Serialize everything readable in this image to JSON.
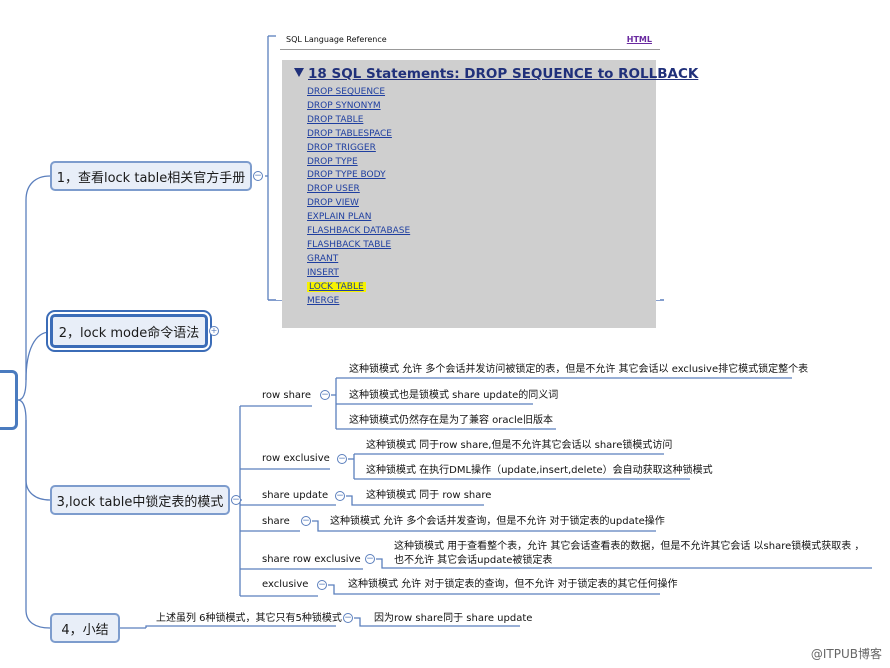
{
  "doc_image": {
    "header_left": "SQL Language Reference",
    "header_link": "HTML",
    "title": "18 SQL Statements: DROP SEQUENCE to ROLLBACK",
    "items": [
      "DROP SEQUENCE",
      "DROP SYNONYM",
      "DROP TABLE",
      "DROP TABLESPACE",
      "DROP TRIGGER",
      "DROP TYPE",
      "DROP TYPE BODY",
      "DROP USER",
      "DROP VIEW",
      "EXPLAIN PLAN",
      "FLASHBACK DATABASE",
      "FLASHBACK TABLE",
      "GRANT",
      "INSERT"
    ],
    "highlighted_item": "LOCK TABLE",
    "cut_item": "MERGE"
  },
  "topics": {
    "t1": "1，查看lock table相关官方手册",
    "t2": "2，lock mode命令语法",
    "t3": "3,lock table中锁定表的模式",
    "t4": "4，小结"
  },
  "modes": {
    "row_share": {
      "name": "row share",
      "notes": [
        "这种锁模式 允许 多个会话并发访问被锁定的表，但是不允许 其它会话以 exclusive排它模式锁定整个表",
        "这种锁模式也是锁模式 share update的同义词",
        "这种锁模式仍然存在是为了兼容 oracle旧版本"
      ]
    },
    "row_exclusive": {
      "name": "row exclusive",
      "notes": [
        "这种锁模式 同于row share,但是不允许其它会话以 share锁模式访问",
        "这种锁模式 在执行DML操作（update,insert,delete）会自动获取这种锁模式"
      ]
    },
    "share_update": {
      "name": "share update",
      "note": "这种锁模式 同于 row share"
    },
    "share": {
      "name": "share",
      "note": "这种锁模式 允许 多个会话并发查询，但是不允许 对于锁定表的update操作"
    },
    "share_row_exclusive": {
      "name": "share row exclusive",
      "note": "这种锁模式 用于查看整个表，允许 其它会话查看表的数据，但是不允许其它会话 以share锁模式获取表 ，也不允许 其它会话update被锁定表"
    },
    "exclusive": {
      "name": "exclusive",
      "note": "这种锁模式 允许 对于锁定表的查询，但不允许 对于锁定表的其它任何操作"
    }
  },
  "summary": {
    "point": "上述虽列 6种锁模式，其它只有5种锁模式",
    "reason": "因为row share同于 share update"
  },
  "toggles": {
    "collapse": "−",
    "expand": "+"
  },
  "watermark": "@ITPUB博客",
  "colors": {
    "line": "#5b7fbd",
    "topic_fill": "#e8eef8",
    "topic_border": "#7d9ccd",
    "doc_title": "#20307a",
    "link": "#1f3fa0",
    "highlight": "#f6f200"
  }
}
